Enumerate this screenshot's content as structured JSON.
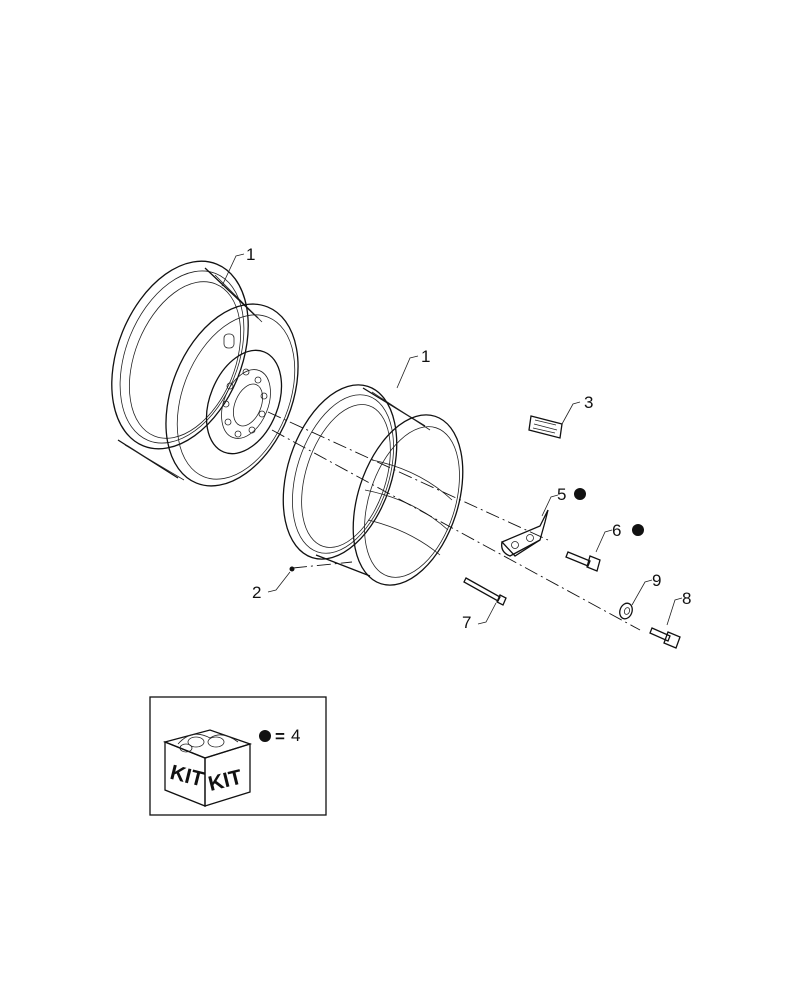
{
  "callouts": {
    "c1a": "1",
    "c1b": "1",
    "c2": "2",
    "c3": "3",
    "c5": "5",
    "c6": "6",
    "c7": "7",
    "c8": "8",
    "c9": "9"
  },
  "legend": {
    "kit_label_left": "KIT",
    "kit_label_right": "KIT",
    "equals": "=",
    "kit_item_number": "4"
  }
}
